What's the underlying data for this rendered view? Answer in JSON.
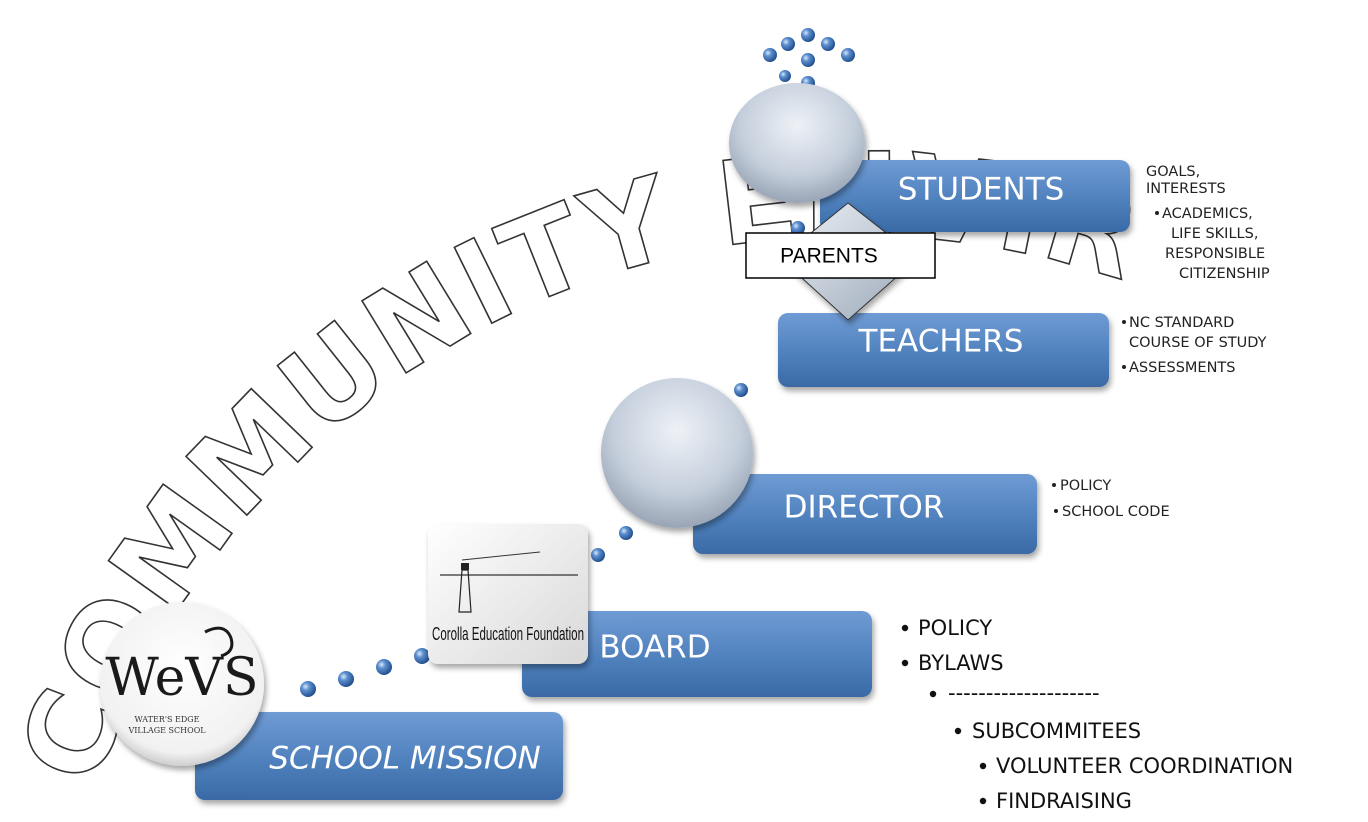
{
  "arc_title": "COMMUNITY ENVIRONMENT",
  "levels": [
    {
      "label": "SCHOOL MISSION",
      "italic": true
    },
    {
      "label": "BOARD",
      "italic": false
    },
    {
      "label": "DIRECTOR",
      "italic": false
    },
    {
      "label": "TEACHERS",
      "italic": false
    },
    {
      "label": "STUDENTS",
      "italic": false
    }
  ],
  "parents_label": "PARENTS",
  "students_notes": {
    "plain": [
      "GOALS,",
      "INTERESTS"
    ],
    "bulleted": [
      "ACADEMICS,",
      "LIFE SKILLS,",
      "RESPONSIBLE",
      "CITIZENSHIP"
    ]
  },
  "teachers_notes": {
    "items": [
      "NC STANDARD",
      "COURSE OF STUDY",
      "ASSESSMENTS"
    ]
  },
  "director_notes": {
    "items": [
      "POLICY",
      "SCHOOL CODE"
    ]
  },
  "board_notes": {
    "items": [
      "POLICY",
      "BYLAWS",
      "--------------------",
      "SUBCOMMITEES",
      "VOLUNTEER COORDINATION",
      "FINDRAISING"
    ]
  },
  "logos": {
    "wevs_main": "WeVS",
    "wevs_line1": "WATER'S EDGE",
    "wevs_line2": "VILLAGE SCHOOL",
    "cef_name": "Corolla Education Foundation"
  },
  "colors": {
    "box_fill": "#4f81bd",
    "box_dark": "#2e5a8c",
    "dot_fill": "#4a7fc4",
    "disc_fill": "#c9d2de"
  }
}
